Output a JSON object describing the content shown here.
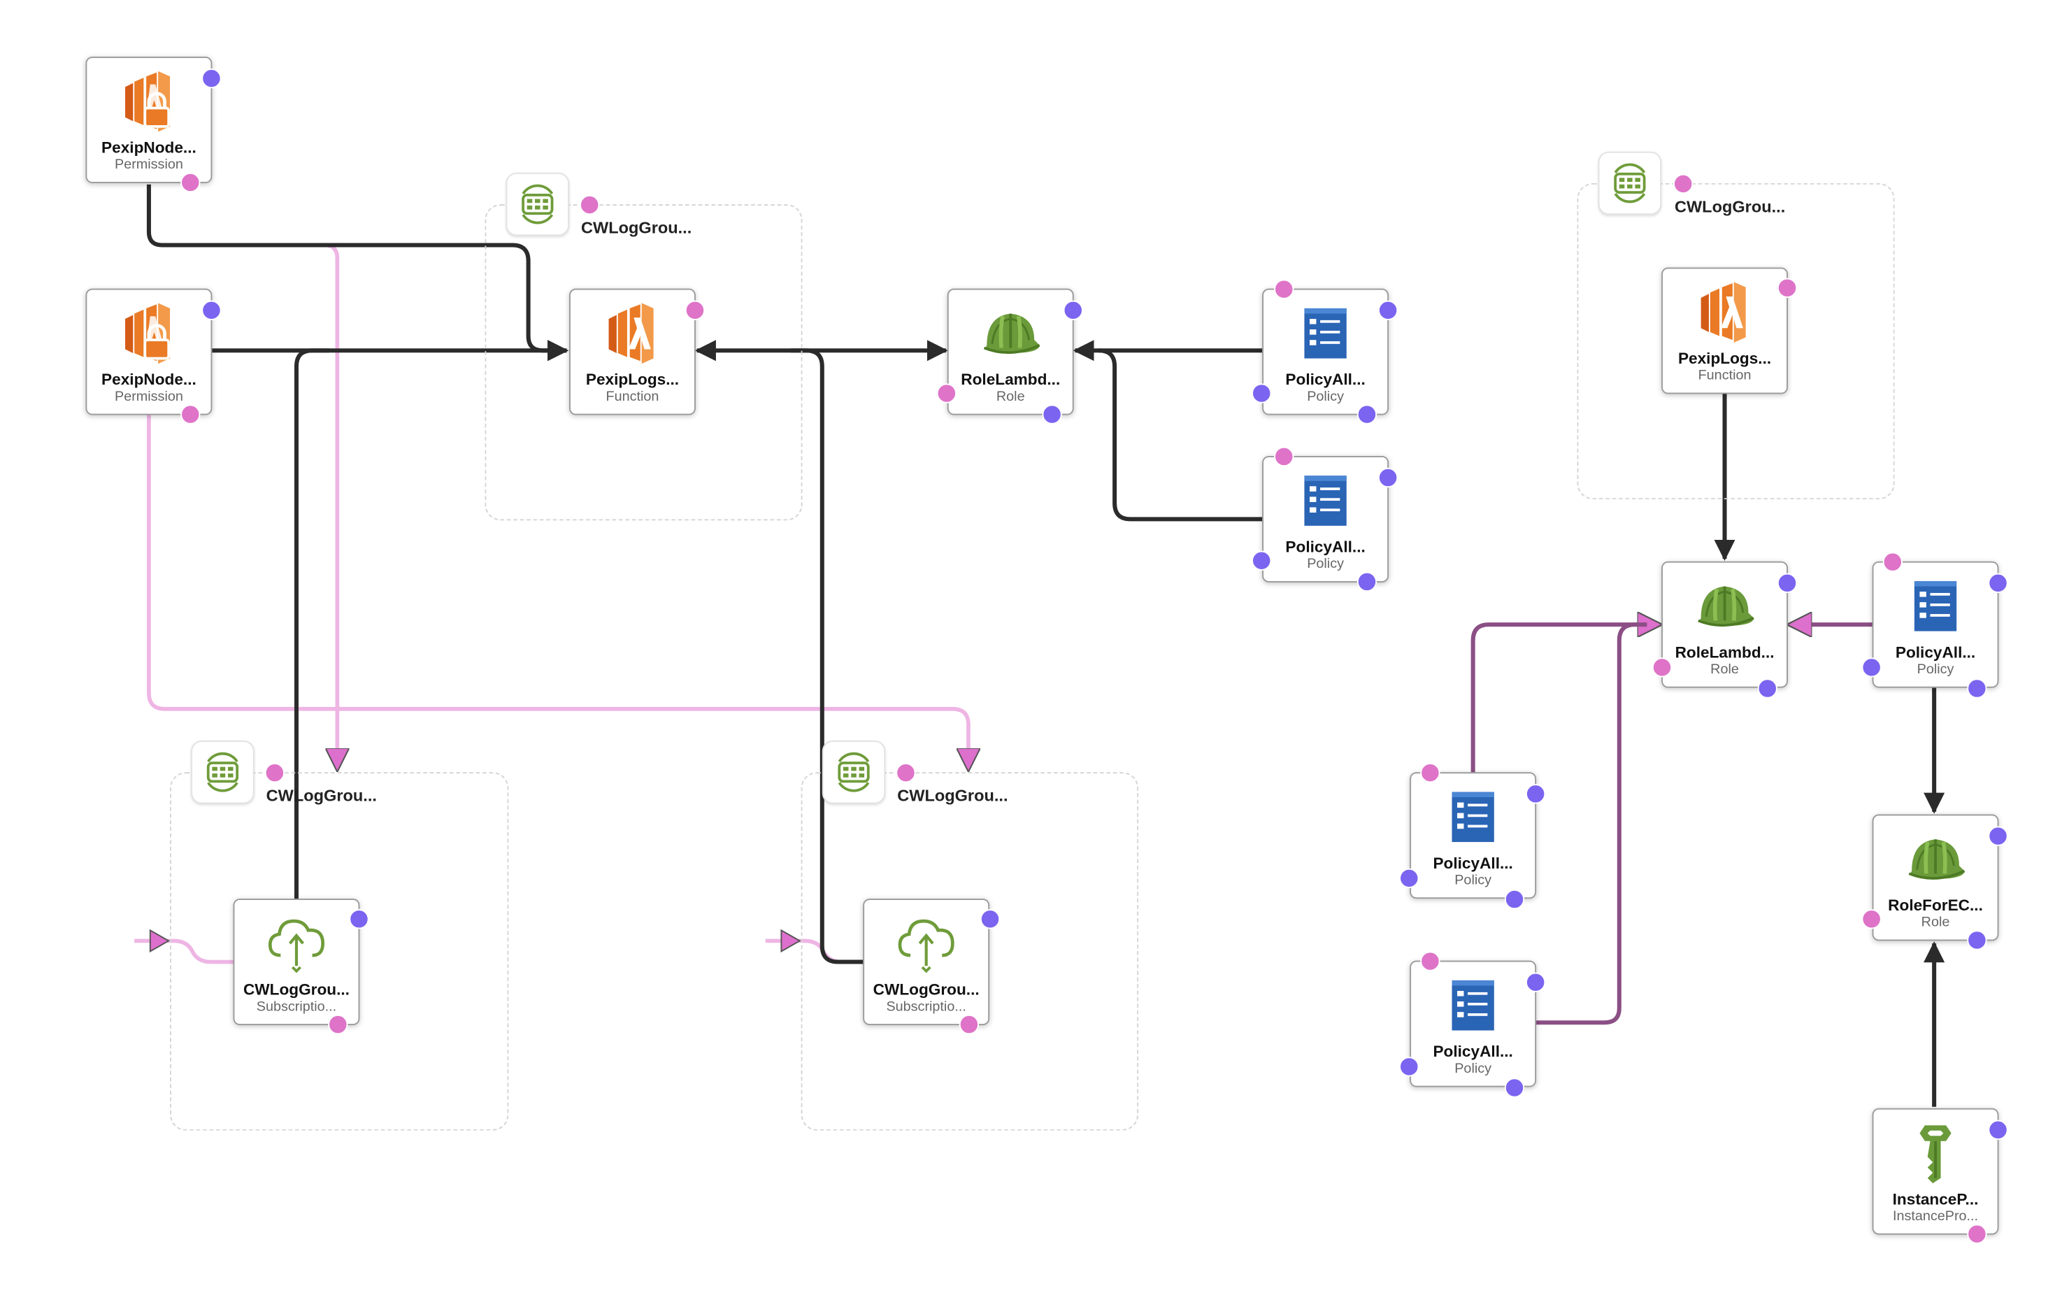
{
  "colors": {
    "port_pink": "#de73c8",
    "port_purple": "#7b64f0",
    "edge_dark": "#2b2b2b",
    "edge_pink": "#eeb5e4",
    "edge_plum": "#8b4f85",
    "arrow_pink": "#dd6fcd",
    "lambda_orange": "#ea7a25",
    "role_green": "#6a9a3a",
    "policy_blue": "#2a64b5",
    "loggroup_green": "#6f9c3a"
  },
  "groups": [
    {
      "name": "CWLogGrou..."
    },
    {
      "name": "CWLogGrou..."
    },
    {
      "name": "CWLogGrou..."
    },
    {
      "name": "CWLogGrou..."
    }
  ],
  "nodes": {
    "perm1": {
      "title": "PexipNode...",
      "subtitle": "Permission",
      "icon": "lambda-permission-icon"
    },
    "perm2": {
      "title": "PexipNode...",
      "subtitle": "Permission",
      "icon": "lambda-permission-icon"
    },
    "fn1": {
      "title": "PexipLogs...",
      "subtitle": "Function",
      "icon": "lambda-function-icon"
    },
    "role1": {
      "title": "RoleLambd...",
      "subtitle": "Role",
      "icon": "iam-role-helmet-icon"
    },
    "pol1": {
      "title": "PolicyAll...",
      "subtitle": "Policy",
      "icon": "iam-policy-icon"
    },
    "pol2": {
      "title": "PolicyAll...",
      "subtitle": "Policy",
      "icon": "iam-policy-icon"
    },
    "sub1": {
      "title": "CWLogGrou...",
      "subtitle": "Subscriptio...",
      "icon": "subscription-cloud-icon"
    },
    "sub2": {
      "title": "CWLogGrou...",
      "subtitle": "Subscriptio...",
      "icon": "subscription-cloud-icon"
    },
    "fn2": {
      "title": "PexipLogs...",
      "subtitle": "Function",
      "icon": "lambda-function-icon"
    },
    "role2": {
      "title": "RoleLambd...",
      "subtitle": "Role",
      "icon": "iam-role-helmet-icon"
    },
    "pol3": {
      "title": "PolicyAll...",
      "subtitle": "Policy",
      "icon": "iam-policy-icon"
    },
    "pol4": {
      "title": "PolicyAll...",
      "subtitle": "Policy",
      "icon": "iam-policy-icon"
    },
    "pol5": {
      "title": "PolicyAll...",
      "subtitle": "Policy",
      "icon": "iam-policy-icon"
    },
    "role3": {
      "title": "RoleForEC...",
      "subtitle": "Role",
      "icon": "iam-role-helmet-icon"
    },
    "inst": {
      "title": "InstanceP...",
      "subtitle": "InstancePro...",
      "icon": "instance-profile-key-icon"
    }
  }
}
